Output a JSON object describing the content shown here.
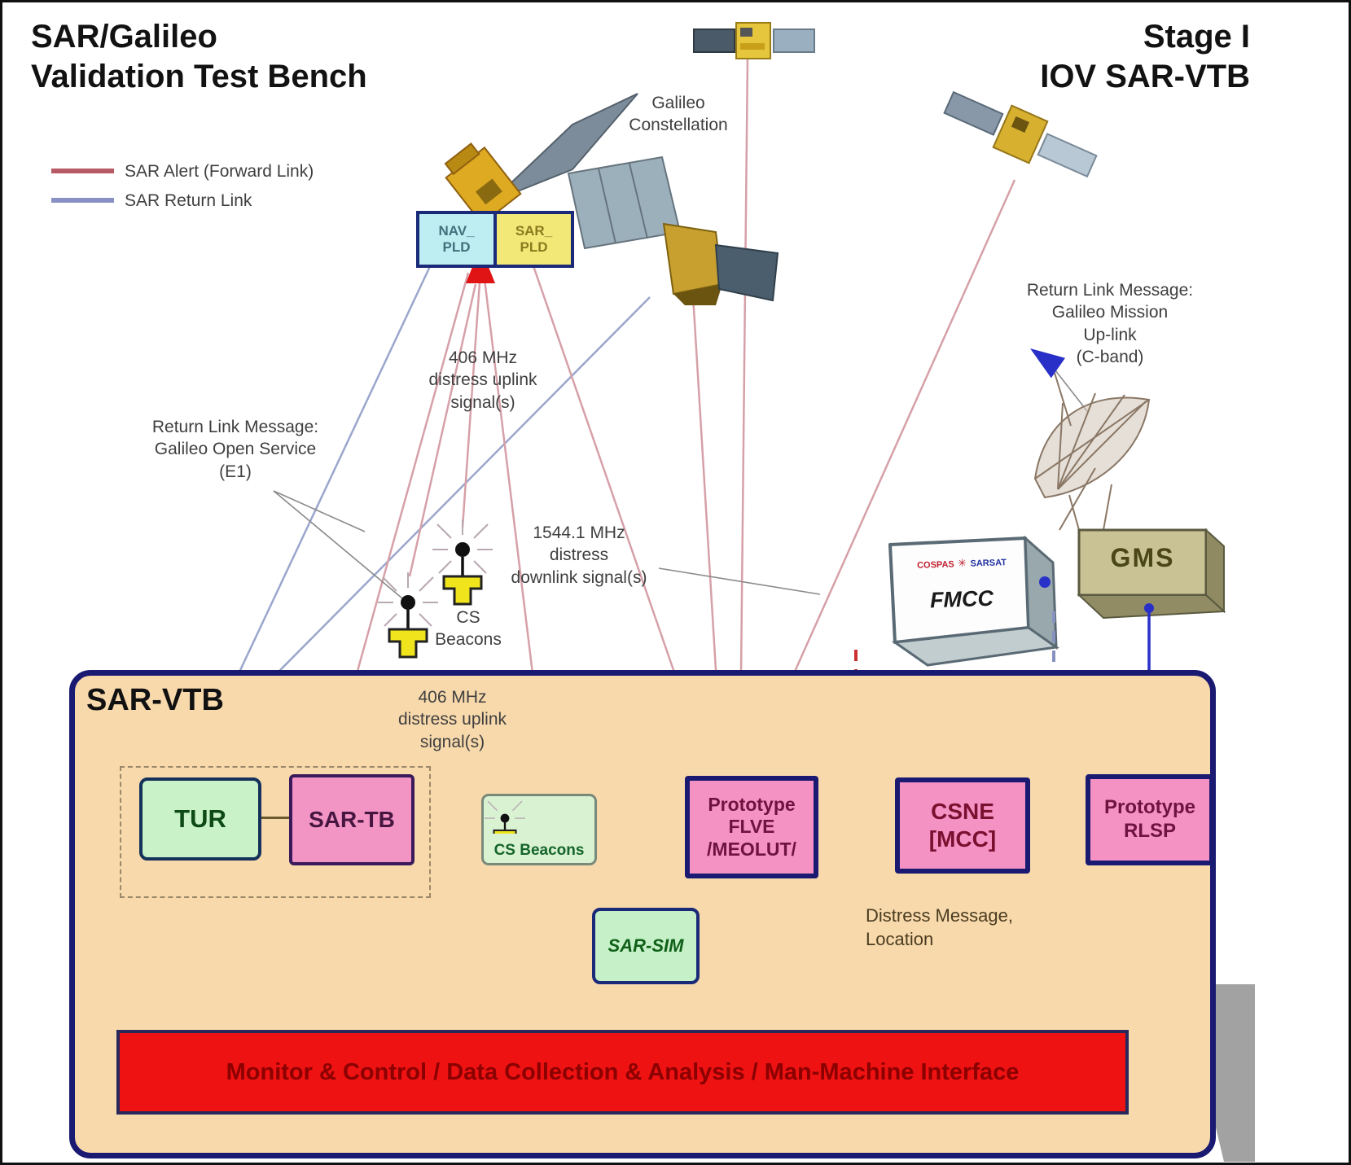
{
  "header": {
    "title": "SAR/Galileo\nValidation Test Bench",
    "stage": "Stage I\nIOV SAR-VTB"
  },
  "legend": {
    "forward_label": "SAR Alert (Forward Link)",
    "return_label": "SAR Return Link",
    "forward_color": "#b85a66",
    "return_color": "#8890c4"
  },
  "sky": {
    "constellation": "Galileo\nConstellation",
    "nav_pld": "NAV_\nPLD",
    "sar_pld": "SAR_\nPLD",
    "uplink_406": "406 MHz\ndistress uplink\nsignal(s)",
    "rlm_open_service": "Return Link Message:\nGalileo Open Service\n(E1)",
    "downlink_1544": "1544.1 MHz\ndistress\ndownlink signal(s)",
    "cs_beacons": "CS\nBeacons",
    "rlm_mission": "Return Link Message:\nGalileo Mission\nUp-link\n(C-band)"
  },
  "ground": {
    "fmcc": "FMCC",
    "fmcc_logo_left": "COSPAS",
    "fmcc_logo_right": "SARSAT",
    "gms": "GMS"
  },
  "vtb": {
    "label": "SAR-VTB",
    "uplink_406": "406 MHz\ndistress uplink\nsignal(s)",
    "tur": "TUR",
    "sar_tb": "SAR-TB",
    "cs_beacons": "CS Beacons",
    "sar_sim": "SAR-SIM",
    "flve": "Prototype\nFLVE\n/MEOLUT/",
    "csne": "CSNE\n[MCC]",
    "rlsp": "Prototype\nRLSP",
    "distress_note": "Distress Message,\nLocation",
    "bar": "Monitor & Control   /   Data Collection & Analysis   /   Man-Machine Interface"
  },
  "colors": {
    "vtb_bg": "#f8d9ac",
    "box_pink": "#f592c4",
    "box_green": "#c9f2c9",
    "bar_red": "#ee1212",
    "navy": "#1a1a72",
    "alert_red": "#e01414",
    "link_blue": "#2830c8"
  }
}
